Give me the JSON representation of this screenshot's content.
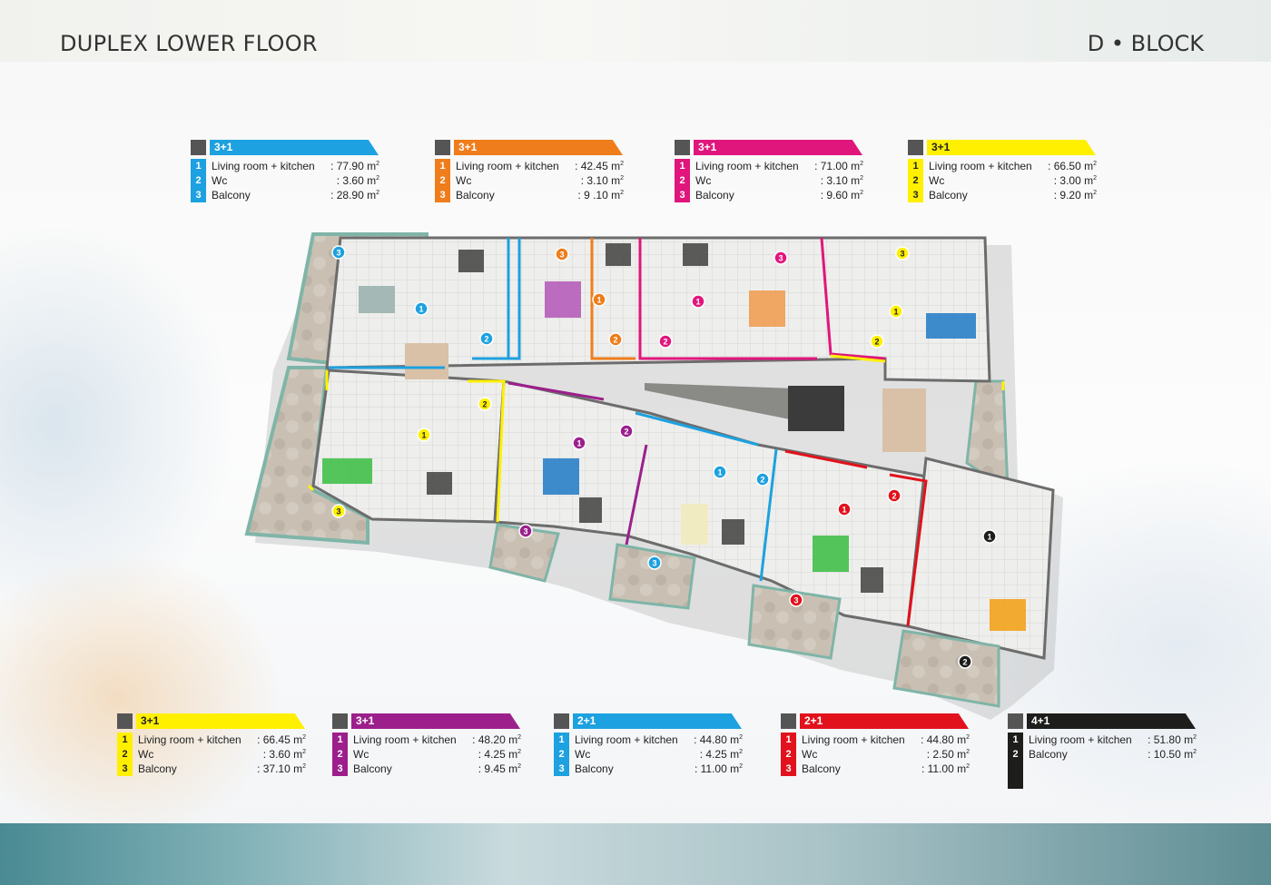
{
  "header": {
    "title": "DUPLEX LOWER FLOOR",
    "block": "D • BLOCK"
  },
  "unit_squared": "2",
  "colors": {
    "blue": "#1da1e0",
    "orange": "#ef7d1b",
    "magenta": "#e0167c",
    "yellow": "#fff000",
    "purple": "#9c1f8c",
    "red": "#e1121c",
    "black": "#1d1d1b"
  },
  "top_legends": [
    {
      "type": "3+1",
      "color": "blue",
      "rows": [
        {
          "n": "1",
          "label": "Living room + kitchen",
          "value": ": 77.90 m"
        },
        {
          "n": "2",
          "label": "Wc",
          "value": ":     3.60 m"
        },
        {
          "n": "3",
          "label": "Balcony",
          "value": ": 28.90 m"
        }
      ]
    },
    {
      "type": "3+1",
      "color": "orange",
      "rows": [
        {
          "n": "1",
          "label": "Living room + kitchen",
          "value": ": 42.45 m"
        },
        {
          "n": "2",
          "label": "Wc",
          "value": ":     3.10 m"
        },
        {
          "n": "3",
          "label": "Balcony",
          "value": ":   9 .10 m"
        }
      ]
    },
    {
      "type": "3+1",
      "color": "magenta",
      "rows": [
        {
          "n": "1",
          "label": "Living room + kitchen",
          "value": ": 71.00 m"
        },
        {
          "n": "2",
          "label": "Wc",
          "value": ":     3.10 m"
        },
        {
          "n": "3",
          "label": "Balcony",
          "value": ":     9.60 m"
        }
      ]
    },
    {
      "type": "3+1",
      "color": "yellow",
      "rows": [
        {
          "n": "1",
          "label": "Living room + kitchen",
          "value": ": 66.50 m"
        },
        {
          "n": "2",
          "label": "Wc",
          "value": ":     3.00 m"
        },
        {
          "n": "3",
          "label": "Balcony",
          "value": ":     9.20 m"
        }
      ]
    }
  ],
  "bottom_legends": [
    {
      "type": "3+1",
      "color": "yellow",
      "rows": [
        {
          "n": "1",
          "label": "Living room + kitchen",
          "value": ": 66.45 m"
        },
        {
          "n": "2",
          "label": "Wc",
          "value": ":     3.60 m"
        },
        {
          "n": "3",
          "label": "Balcony",
          "value": ": 37.10 m"
        }
      ]
    },
    {
      "type": "3+1",
      "color": "purple",
      "rows": [
        {
          "n": "1",
          "label": "Living room + kitchen",
          "value": ": 48.20 m"
        },
        {
          "n": "2",
          "label": "Wc",
          "value": ":     4.25 m"
        },
        {
          "n": "3",
          "label": "Balcony",
          "value": ":     9.45 m"
        }
      ]
    },
    {
      "type": "2+1",
      "color": "blue",
      "rows": [
        {
          "n": "1",
          "label": "Living room + kitchen",
          "value": ": 44.80 m"
        },
        {
          "n": "2",
          "label": "Wc",
          "value": ":     4.25 m"
        },
        {
          "n": "3",
          "label": "Balcony",
          "value": ": 11.00 m"
        }
      ]
    },
    {
      "type": "2+1",
      "color": "red",
      "rows": [
        {
          "n": "1",
          "label": "Living room + kitchen",
          "value": ": 44.80 m"
        },
        {
          "n": "2",
          "label": "Wc",
          "value": ":     2.50 m"
        },
        {
          "n": "3",
          "label": "Balcony",
          "value": ": 11.00 m"
        }
      ]
    },
    {
      "type": "4+1",
      "color": "black",
      "rows": [
        {
          "n": "1",
          "label": "Living room + kitchen",
          "value": ": 51.80 m"
        },
        {
          "n": "2",
          "label": "Balcony",
          "value": ": 10.50 m"
        }
      ]
    }
  ],
  "plan_markers": [
    {
      "color": "blue",
      "n": "3"
    },
    {
      "color": "blue",
      "n": "1"
    },
    {
      "color": "blue",
      "n": "2"
    },
    {
      "color": "orange",
      "n": "3"
    },
    {
      "color": "orange",
      "n": "1"
    },
    {
      "color": "orange",
      "n": "2"
    },
    {
      "color": "magenta",
      "n": "1"
    },
    {
      "color": "magenta",
      "n": "2"
    },
    {
      "color": "magenta",
      "n": "3"
    },
    {
      "color": "yellow",
      "n": "3"
    },
    {
      "color": "yellow",
      "n": "1"
    },
    {
      "color": "yellow",
      "n": "2"
    },
    {
      "color": "yellow",
      "n": "2"
    },
    {
      "color": "yellow",
      "n": "1"
    },
    {
      "color": "yellow",
      "n": "3"
    },
    {
      "color": "purple",
      "n": "2"
    },
    {
      "color": "purple",
      "n": "1"
    },
    {
      "color": "purple",
      "n": "3"
    },
    {
      "color": "blue",
      "n": "1"
    },
    {
      "color": "blue",
      "n": "2"
    },
    {
      "color": "blue",
      "n": "3"
    },
    {
      "color": "red",
      "n": "1"
    },
    {
      "color": "red",
      "n": "2"
    },
    {
      "color": "red",
      "n": "3"
    },
    {
      "color": "black",
      "n": "1"
    },
    {
      "color": "black",
      "n": "2"
    }
  ]
}
